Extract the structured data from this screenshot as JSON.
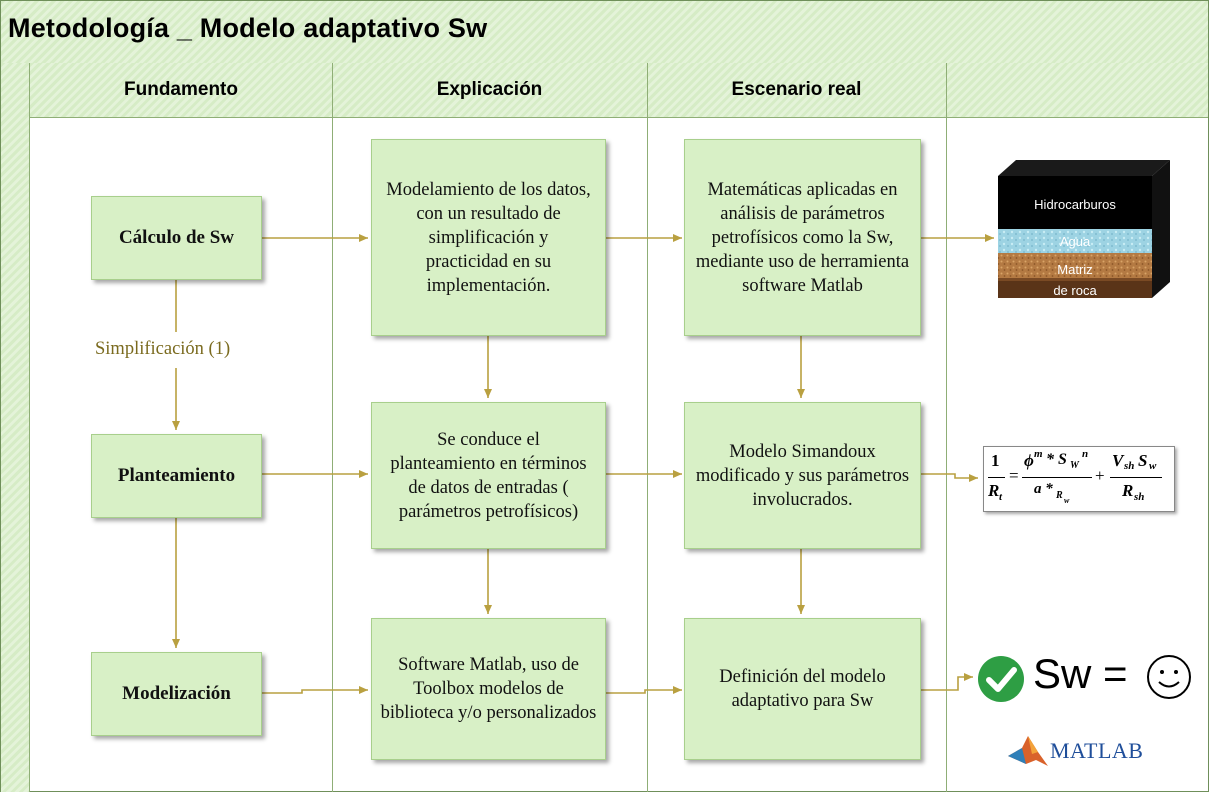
{
  "title": "Metodología _ Modelo adaptativo Sw",
  "columns": [
    "Fundamento",
    "Explicación",
    "Escenario real",
    ""
  ],
  "fundamento": {
    "calculo": "Cálculo de Sw",
    "simplificacion": "Simplificación (1)",
    "planteamiento": "Planteamiento",
    "modelizacion": "Modelización"
  },
  "explicacion": {
    "box1": "Modelamiento de los datos, con un resultado de simplificación y practicidad en su implementación.",
    "box2": "Se conduce el planteamiento en términos de datos de entradas ( parámetros petrofísicos)",
    "box3": "Software Matlab, uso de Toolbox modelos de biblioteca y/o personalizados"
  },
  "escenario": {
    "box1": "Matemáticas aplicadas en análisis de parámetros petrofísicos como la Sw, mediante uso de herramienta software Matlab",
    "box2": "Modelo Simandoux modificado y sus parámetros involucrados.",
    "box3": "Definición del modelo adaptativo para Sw"
  },
  "cube": {
    "layer1": "Hidrocarburos",
    "layer2": "Agua",
    "layer3": "Matriz",
    "layer4": "de roca"
  },
  "formula": {
    "lhs_num": "1",
    "lhs_den": "R",
    "lhs_den_sub": "t",
    "eq": "=",
    "t1_num": "ϕ",
    "t1_num_sup": "m",
    "t1_num_mid": "* S",
    "t1_num_sub": "W",
    "t1_num_sup2": "n",
    "t1_den": "a *",
    "t1_den_sub": "R",
    "t1_den_sub2": "w",
    "plus": "+",
    "t2_num": "V",
    "t2_num_sub": "sh",
    "t2_num2": "S",
    "t2_num2_sub": "w",
    "t2_den": "R",
    "t2_den_sub": "sh"
  },
  "result": {
    "sw": "Sw =",
    "logo_text": "MATLAB"
  },
  "colors": {
    "header_green": "#d6ecc6",
    "box_green": "#d8f0c6",
    "arrow": "#b9a040",
    "label": "#7a6a1e",
    "check": "#2e9e44"
  }
}
